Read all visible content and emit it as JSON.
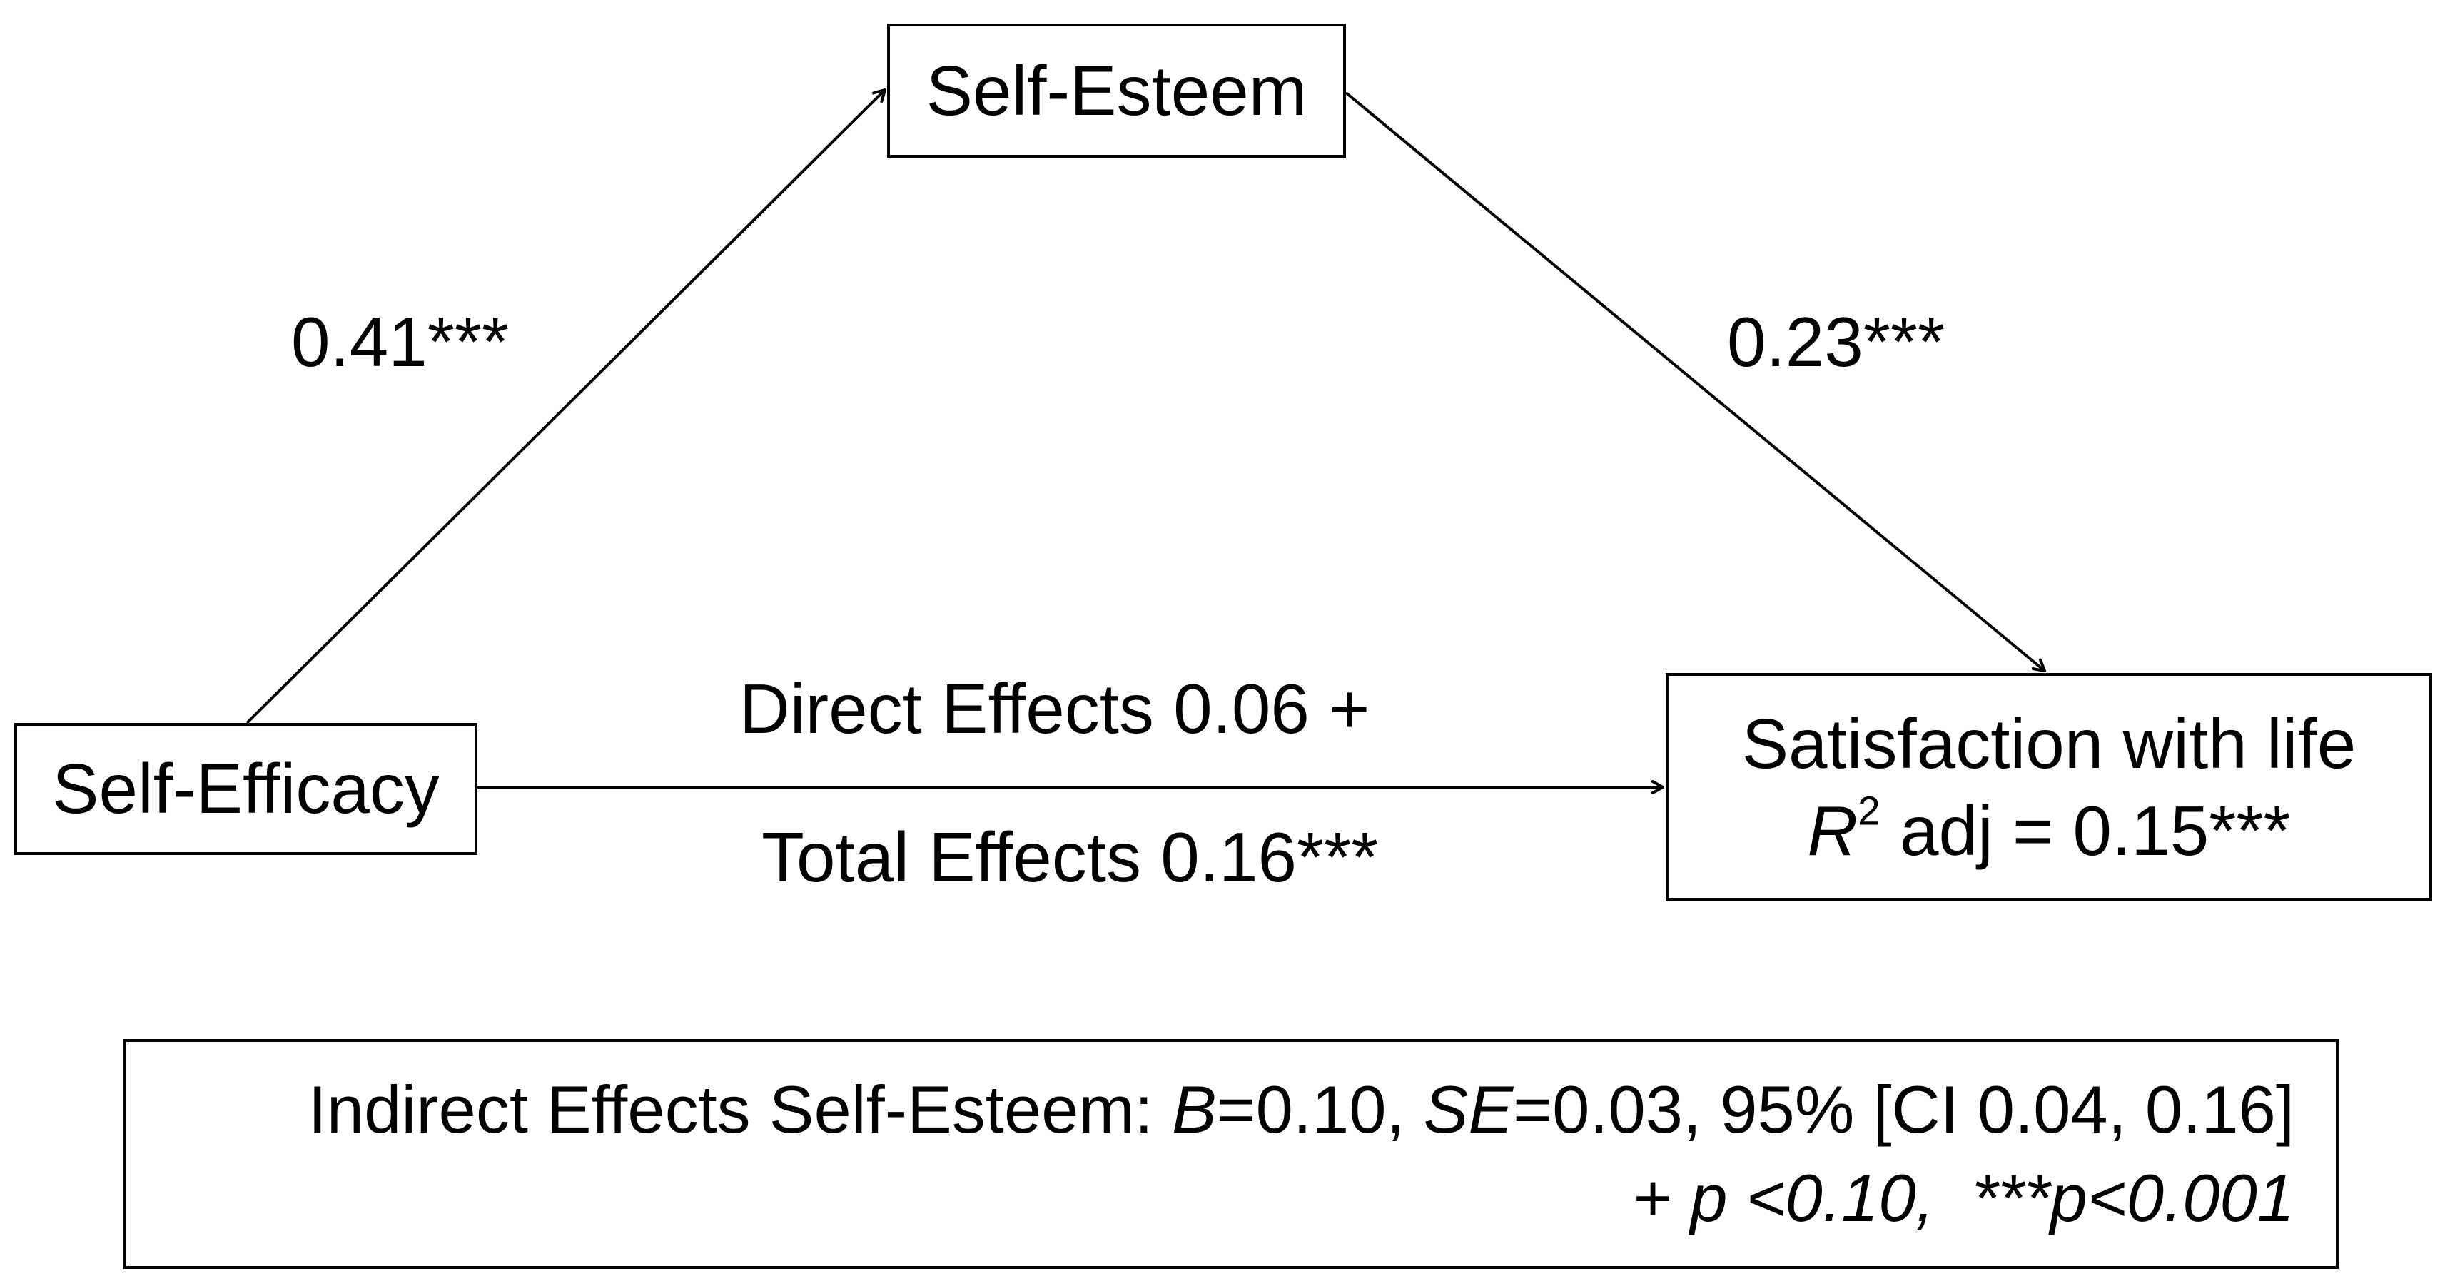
{
  "nodes": {
    "mediator": "Self-Esteem",
    "predictor": "Self-Efficacy",
    "outcome": {
      "name": "Satisfaction with life",
      "r2_symbol": "R",
      "r2_superscript": "2",
      "r2_text": " adj = 0.15***"
    }
  },
  "paths": {
    "a": "0.41***",
    "b": "0.23***",
    "direct": "Direct Effects 0.06 +",
    "total": "Total Effects 0.16***"
  },
  "indirect": {
    "prefix": "Indirect Effects Self-Esteem: ",
    "b_symbol": "B",
    "b_value": "=0.10, ",
    "se_symbol": "SE",
    "se_value": "=0.03, 95% [CI 0.04, 0.16]",
    "significance_note": "+ p <0.10,  ***p<0.001"
  },
  "colors": {
    "line": "#000000",
    "background": "#ffffff"
  }
}
